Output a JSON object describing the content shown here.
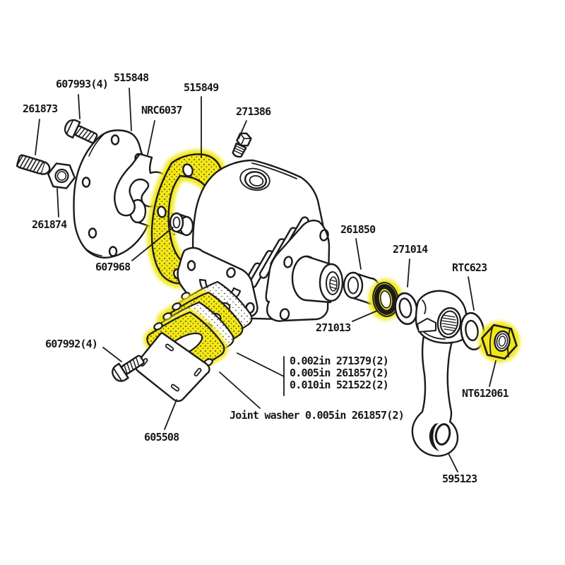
{
  "diagram": {
    "type": "exploded-parts-diagram",
    "background_color": "#ffffff",
    "line_color": "#1b1b1b",
    "highlight_color": "#f2e716"
  },
  "labels": {
    "p261873": "261873",
    "p607993": "607993(4)",
    "p515848": "515848",
    "pNRC6037": "NRC6037",
    "p515849": "515849",
    "p271386": "271386",
    "p261874": "261874",
    "p607968": "607968",
    "p261850": "261850",
    "p271014": "271014",
    "pRTC623": "RTC623",
    "p271013": "271013",
    "p607992": "607992(4)",
    "p605508": "605508",
    "pNT612061": "NT612061",
    "p595123": "595123"
  },
  "shim_options": {
    "rows": [
      "0.002in 271379(2)",
      "0.005in 261857(2)",
      "0.010in 521522(2)"
    ]
  },
  "notes": {
    "joint_washer": "Joint washer 0.005in 261857(2)"
  }
}
